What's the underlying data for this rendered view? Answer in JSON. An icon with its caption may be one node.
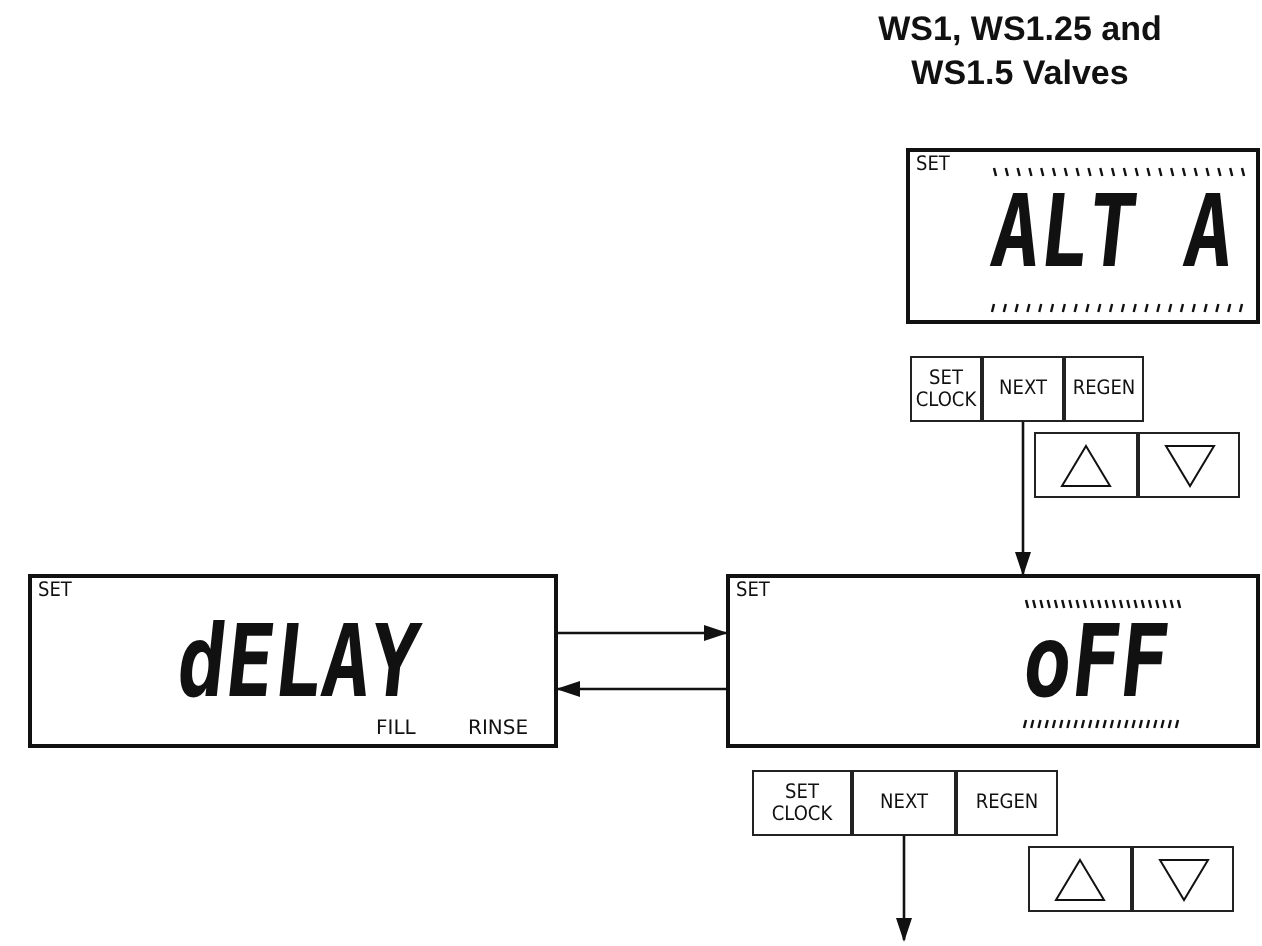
{
  "diagram": {
    "title": "WS1, WS1.25 and WS1.5 Valves",
    "nodes": [
      {
        "text": [
          "SET",
          "ALT A"
        ]
      },
      {
        "text": [
          "SET CLOCK"
        ]
      },
      {
        "text": [
          "NEXT"
        ]
      },
      {
        "text": [
          "REGEN"
        ]
      },
      {
        "text": [],
        "shape": "box"
      },
      {
        "text": [],
        "shape": "box"
      },
      {
        "text": [
          "SET",
          "dELAY",
          "FILL",
          "RINSE"
        ]
      },
      {
        "text": [
          "SET",
          "oFF"
        ]
      },
      {
        "text": [
          "SET CLOCK"
        ]
      },
      {
        "text": [
          "NEXT"
        ]
      },
      {
        "text": [
          "REGEN"
        ]
      },
      {
        "text": [],
        "shape": "box"
      },
      {
        "text": [],
        "shape": "box"
      }
    ],
    "edges": [
      {
        "from": 2,
        "to": 7,
        "arrow": "to"
      },
      {
        "from": 6,
        "to": 7,
        "arrow": "to"
      },
      {
        "from": 7,
        "to": 6,
        "arrow": "to"
      },
      {
        "from": 9,
        "to": null,
        "arrow": "to"
      }
    ]
  }
}
